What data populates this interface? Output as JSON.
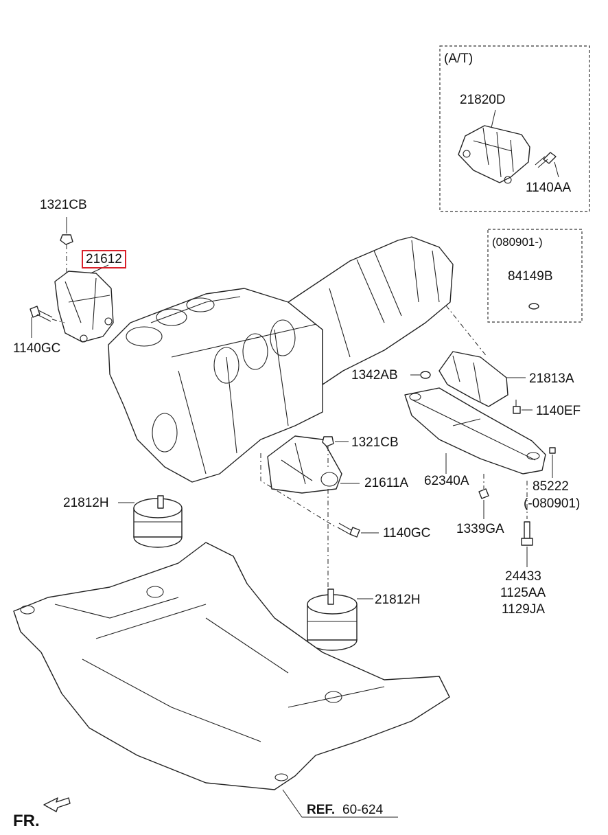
{
  "inset_at": {
    "title": "(A/T)",
    "part": "21820D",
    "bolt": "1140AA"
  },
  "inset_date": {
    "title": "(080901-)",
    "part": "84149B"
  },
  "labels": {
    "nut_top_left": "1321CB",
    "bracket_left": "21612",
    "bolt_left": "1140GC",
    "nut_right_bracket": "1342AB",
    "bracket_trans": "21813A",
    "bolt_trans": "1140EF",
    "nut_center": "1321CB",
    "bracket_right_engine": "21611A",
    "crossmember": "62340A",
    "stud": "85222",
    "stud_date": "(-080901)",
    "mount_left": "21812H",
    "bolt_center": "1140GC",
    "nut_cross": "1339GA",
    "bolt_bottom_1": "24433",
    "bolt_bottom_2": "1125AA",
    "bolt_bottom_3": "1129JA",
    "mount_right": "21812H",
    "ref_prefix": "REF.",
    "ref_number": "60-624",
    "fr": "FR."
  }
}
